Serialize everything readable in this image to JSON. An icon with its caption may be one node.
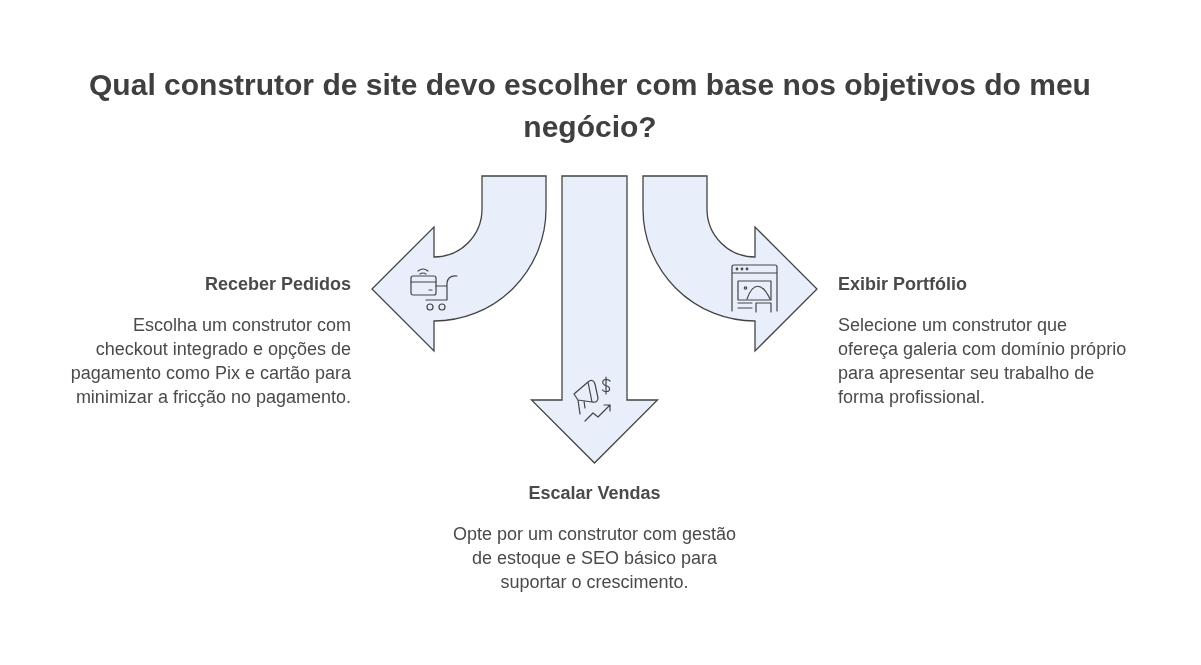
{
  "diagram": {
    "title": "Qual construtor de site devo escolher com base nos objetivos do meu negócio?",
    "nodes": [
      {
        "text": [
          "Receber Pedidos",
          "Escolha um construtor com checkout integrado e opções de pagamento como Pix e cartão para minimizar a fricção no pagamento."
        ]
      },
      {
        "text": [
          "Exibir Portfólio",
          "Selecione um construtor que ofereça galeria com domínio próprio para apresentar seu trabalho de forma profissional."
        ]
      },
      {
        "text": [
          "Escalar Vendas",
          "Opte por um construtor com gestão de estoque e SEO básico para suportar o crescimento."
        ]
      }
    ],
    "edges": [
      {
        "from": null,
        "to": 0,
        "arrow": "to"
      },
      {
        "from": null,
        "to": 1,
        "arrow": "to"
      },
      {
        "from": null,
        "to": 2,
        "arrow": "to"
      }
    ]
  }
}
